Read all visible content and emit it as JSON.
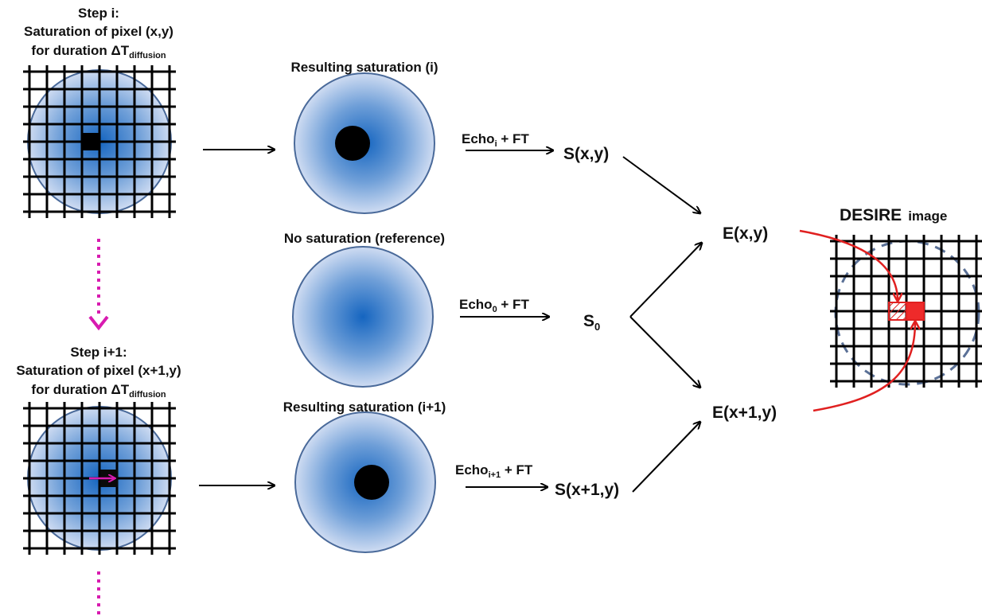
{
  "step_i": {
    "title": "Step i:",
    "line1": "Saturation of pixel (x,y)",
    "line2": "for duration ΔT",
    "subscript": "diffusion"
  },
  "step_i1": {
    "title": "Step i+1:",
    "line1": "Saturation of pixel (x+1,y)",
    "line2": "for duration ΔT",
    "subscript": "diffusion"
  },
  "resulting_i": "Resulting saturation (i)",
  "no_saturation": "No saturation (reference)",
  "resulting_i1": "Resulting saturation (i+1)",
  "echo_i": {
    "base": "Echo",
    "sub": "i",
    "suffix": " + FT"
  },
  "echo_0": {
    "base": "Echo",
    "sub": "0",
    "suffix": " + FT"
  },
  "echo_i1": {
    "base": "Echo",
    "sub": "i+1",
    "suffix": " + FT"
  },
  "s_xy": "S(x,y)",
  "s0": {
    "base": "S",
    "sub": "0"
  },
  "s_x1y": "S(x+1,y)",
  "e_xy": "E(x,y)",
  "e_x1y": "E(x+1,y)",
  "desire": {
    "title": "DESIRE",
    "suffix": "image"
  },
  "colors": {
    "circle_center": "#1565c0",
    "circle_edge": "#c9d9f0",
    "circle_stroke": "#4a6a9a",
    "grid": "#000000",
    "magenta": "#d81bb0",
    "red": "#e02020",
    "dashed": "#5a7096"
  }
}
